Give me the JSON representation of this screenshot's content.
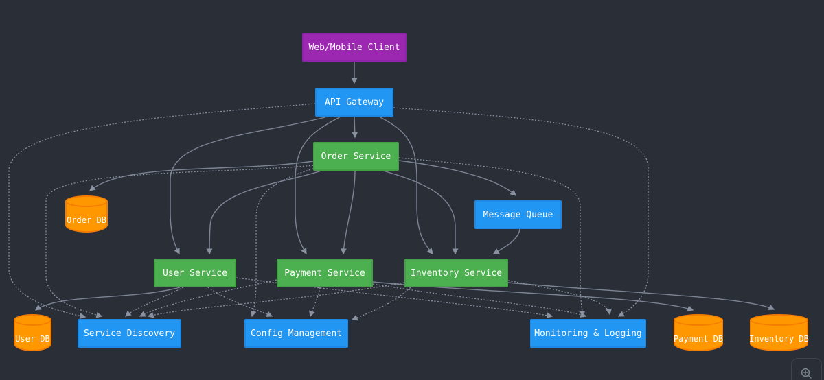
{
  "diagram": {
    "type": "flowchart",
    "direction": "top-down",
    "nodes": [
      {
        "id": "client",
        "label": "Web/Mobile Client",
        "shape": "rect",
        "fill": "#9C27B0",
        "border": "#8E24AA"
      },
      {
        "id": "gateway",
        "label": "API Gateway",
        "shape": "rect",
        "fill": "#2196F3",
        "border": "#1E88E5"
      },
      {
        "id": "order",
        "label": "Order Service",
        "shape": "rect",
        "fill": "#4CAF50",
        "border": "#43A047"
      },
      {
        "id": "orderdb",
        "label": "Order DB",
        "shape": "cylinder",
        "fill": "#FF9800",
        "border": "#F57C00"
      },
      {
        "id": "mq",
        "label": "Message Queue",
        "shape": "rect",
        "fill": "#2196F3",
        "border": "#1E88E5"
      },
      {
        "id": "user",
        "label": "User Service",
        "shape": "rect",
        "fill": "#4CAF50",
        "border": "#43A047"
      },
      {
        "id": "payment",
        "label": "Payment Service",
        "shape": "rect",
        "fill": "#4CAF50",
        "border": "#43A047"
      },
      {
        "id": "inventory",
        "label": "Inventory Service",
        "shape": "rect",
        "fill": "#4CAF50",
        "border": "#43A047"
      },
      {
        "id": "userdb",
        "label": "User DB",
        "shape": "cylinder",
        "fill": "#FF9800",
        "border": "#F57C00"
      },
      {
        "id": "sd",
        "label": "Service Discovery",
        "shape": "rect",
        "fill": "#2196F3",
        "border": "#1E88E5"
      },
      {
        "id": "config",
        "label": "Config Management",
        "shape": "rect",
        "fill": "#2196F3",
        "border": "#1E88E5"
      },
      {
        "id": "monitoring",
        "label": "Monitoring & Logging",
        "shape": "rect",
        "fill": "#2196F3",
        "border": "#1E88E5"
      },
      {
        "id": "paymentdb",
        "label": "Payment DB",
        "shape": "cylinder",
        "fill": "#FF9800",
        "border": "#F57C00"
      },
      {
        "id": "inventorydb",
        "label": "Inventory DB",
        "shape": "cylinder",
        "fill": "#FF9800",
        "border": "#F57C00"
      }
    ],
    "edges": [
      {
        "from": "client",
        "to": "gateway",
        "style": "solid"
      },
      {
        "from": "gateway",
        "to": "order",
        "style": "solid"
      },
      {
        "from": "gateway",
        "to": "user",
        "style": "solid"
      },
      {
        "from": "gateway",
        "to": "payment",
        "style": "solid"
      },
      {
        "from": "gateway",
        "to": "inventory",
        "style": "solid"
      },
      {
        "from": "order",
        "to": "orderdb",
        "style": "solid"
      },
      {
        "from": "order",
        "to": "user",
        "style": "solid"
      },
      {
        "from": "order",
        "to": "payment",
        "style": "solid"
      },
      {
        "from": "order",
        "to": "inventory",
        "style": "solid"
      },
      {
        "from": "order",
        "to": "mq",
        "style": "solid"
      },
      {
        "from": "mq",
        "to": "inventory",
        "style": "solid"
      },
      {
        "from": "user",
        "to": "userdb",
        "style": "solid"
      },
      {
        "from": "payment",
        "to": "paymentdb",
        "style": "solid"
      },
      {
        "from": "inventory",
        "to": "inventorydb",
        "style": "solid"
      },
      {
        "from": "gateway",
        "to": "sd",
        "style": "dotted"
      },
      {
        "from": "order",
        "to": "sd",
        "style": "dotted"
      },
      {
        "from": "user",
        "to": "sd",
        "style": "dotted"
      },
      {
        "from": "payment",
        "to": "sd",
        "style": "dotted"
      },
      {
        "from": "inventory",
        "to": "sd",
        "style": "dotted"
      },
      {
        "from": "order",
        "to": "config",
        "style": "dotted"
      },
      {
        "from": "user",
        "to": "config",
        "style": "dotted"
      },
      {
        "from": "payment",
        "to": "config",
        "style": "dotted"
      },
      {
        "from": "inventory",
        "to": "config",
        "style": "dotted"
      },
      {
        "from": "gateway",
        "to": "monitoring",
        "style": "dotted"
      },
      {
        "from": "order",
        "to": "monitoring",
        "style": "dotted"
      },
      {
        "from": "user",
        "to": "monitoring",
        "style": "dotted"
      },
      {
        "from": "payment",
        "to": "monitoring",
        "style": "dotted"
      },
      {
        "from": "inventory",
        "to": "monitoring",
        "style": "dotted"
      }
    ]
  },
  "controls": {
    "zoom_in": {
      "icon": "magnifier-plus-icon"
    }
  },
  "colors": {
    "background": "#2a2e37",
    "edge_solid": "#7c8494",
    "edge_dotted": "#8a92a2",
    "edge_arrow": "#8a92a2",
    "node_text": "#ffffff",
    "control_border": "#3f4450",
    "control_icon": "#7d8590"
  }
}
